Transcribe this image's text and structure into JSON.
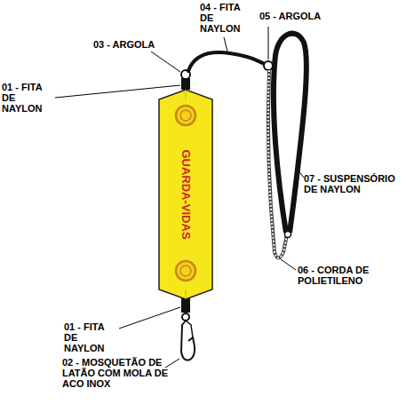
{
  "diagram": {
    "nodes": [
      {
        "text": [
          "GUARDA-VIDAS"
        ]
      }
    ],
    "labels": [
      "03 - ARGOLA",
      "04 - FITA DE NAYLON",
      "05 - ARGOLA",
      "01 - FITA DE NAYLON",
      "07 - SUSPENSÓRIO DE NAYLON",
      "06 - CORDA DE POLIETILENO",
      "01 - FITA DE NAYLON",
      "02 - MOSQUETÃO DE LATÃO COM MOLA DE ACO INOX"
    ]
  }
}
